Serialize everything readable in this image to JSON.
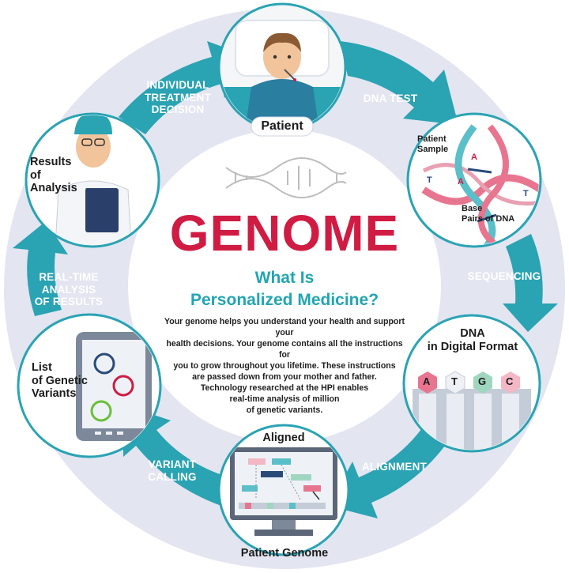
{
  "center": {
    "title": "GENOME",
    "subtitle_line1": "What Is",
    "subtitle_line2": "Personalized Medicine?",
    "paragraph": [
      "Your genome helps you understand your health and support your",
      "health decisions. Your genome contains all the instructions for",
      "you to grow throughout you lifetime. These instructions",
      "are passed down from your mother and father.",
      "Technology researched at the HPI enables",
      "real-time analysis of million",
      "of genetic variants."
    ]
  },
  "steps": {
    "patient": "Patient",
    "dna_test": "DNA TEST",
    "patient_sample_l1": "Patient",
    "patient_sample_l2": "Sample",
    "base_pairs_l1": "Base",
    "base_pairs_l2": "Pairs of DNA",
    "sequencing": "SEQUENCING",
    "dna_digital_l1": "DNA",
    "dna_digital_l2": "in Digital Format",
    "alignment": "ALIGNMENT",
    "aligned": "Aligned",
    "patient_genome": "Patient Genome",
    "variant_calling_l1": "VARIANT",
    "variant_calling_l2": "CALLING",
    "list_variants_l1": "List",
    "list_variants_l2": "of Genetic",
    "list_variants_l3": "Variants",
    "realtime_l1": "REAL-TIME",
    "realtime_l2": "ANALYSIS",
    "realtime_l3": "OF RESULTS",
    "results_l1": "Results",
    "results_l2": "of Analysis",
    "treatment_l1": "INDIVIDUAL",
    "treatment_l2": "TREATMENT",
    "treatment_l3": "DECISION"
  },
  "dna_letters": {
    "t1": "T",
    "a1": "A",
    "a2": "A",
    "t2": "T"
  },
  "atgc": [
    "A",
    "T",
    "G",
    "C"
  ],
  "colors": {
    "ring": "#e3e5f1",
    "arrow": "#2aa3b3",
    "arrow_dark": "#1f8796",
    "title": "#d01c43",
    "subtitle": "#23a5b3",
    "node_border": "#2aa3b3",
    "pink": "#e8758f",
    "teal": "#5bbfc9"
  },
  "icons": {
    "patient": "patient-in-bed-icon",
    "dna": "dna-helix-icon",
    "digital": "atgc-columns-icon",
    "aligned": "monitor-alignment-icon",
    "variants": "tablet-list-icon",
    "doctor": "doctor-icon"
  }
}
